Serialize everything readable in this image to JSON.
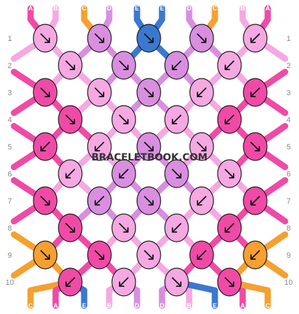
{
  "colors": {
    "A": "#f04aa7",
    "B": "#f5a8e2",
    "C": "#f5a030",
    "D": "#d98ee0",
    "E": "#3b78d0"
  },
  "top_threads": [
    "A",
    "B",
    "C",
    "D",
    "E",
    "E",
    "D",
    "C",
    "B",
    "A"
  ],
  "bottom_threads": [
    "C",
    "A",
    "E",
    "B",
    "D",
    "D",
    "B",
    "E",
    "A",
    "C"
  ],
  "row_labels": [
    "1",
    "2",
    "3",
    "4",
    "5",
    "6",
    "7",
    "8",
    "9",
    "10"
  ],
  "watermark": "BRACELETBOOK.COM",
  "knots": [
    [
      {
        "c": "B",
        "d": "br"
      },
      {
        "c": "D",
        "d": "br"
      },
      {
        "c": "E",
        "d": "br"
      },
      {
        "c": "D",
        "d": "br"
      },
      {
        "c": "B",
        "d": "bl"
      }
    ],
    [
      {
        "c": "B",
        "d": "br"
      },
      {
        "c": "D",
        "d": "br"
      },
      {
        "c": "D",
        "d": "bl"
      },
      {
        "c": "B",
        "d": "bl"
      }
    ],
    [
      {
        "c": "A",
        "d": "br"
      },
      {
        "c": "B",
        "d": "br"
      },
      {
        "c": "D",
        "d": "br"
      },
      {
        "c": "B",
        "d": "bl"
      },
      {
        "c": "A",
        "d": "bl"
      }
    ],
    [
      {
        "c": "A",
        "d": "br"
      },
      {
        "c": "B",
        "d": "br"
      },
      {
        "c": "B",
        "d": "bl"
      },
      {
        "c": "A",
        "d": "bl"
      }
    ],
    [
      {
        "c": "A",
        "d": "bl"
      },
      {
        "c": "B",
        "d": "bl"
      },
      {
        "c": "D",
        "d": "br"
      },
      {
        "c": "B",
        "d": "br"
      },
      {
        "c": "A",
        "d": "br"
      }
    ],
    [
      {
        "c": "B",
        "d": "bl"
      },
      {
        "c": "D",
        "d": "bl"
      },
      {
        "c": "D",
        "d": "br"
      },
      {
        "c": "B",
        "d": "br"
      }
    ],
    [
      {
        "c": "A",
        "d": "br"
      },
      {
        "c": "D",
        "d": "bl"
      },
      {
        "c": "D",
        "d": "br"
      },
      {
        "c": "B",
        "d": "bl"
      },
      {
        "c": "A",
        "d": "bl"
      }
    ],
    [
      {
        "c": "A",
        "d": "br"
      },
      {
        "c": "B",
        "d": "br"
      },
      {
        "c": "B",
        "d": "bl"
      },
      {
        "c": "A",
        "d": "bl"
      }
    ],
    [
      {
        "c": "C",
        "d": "br"
      },
      {
        "c": "A",
        "d": "br"
      },
      {
        "c": "B",
        "d": "br"
      },
      {
        "c": "A",
        "d": "bl"
      },
      {
        "c": "C",
        "d": "bl"
      }
    ],
    [
      {
        "c": "A",
        "d": "bl"
      },
      {
        "c": "B",
        "d": "bl"
      },
      {
        "c": "B",
        "d": "br"
      },
      {
        "c": "A",
        "d": "br"
      }
    ]
  ]
}
